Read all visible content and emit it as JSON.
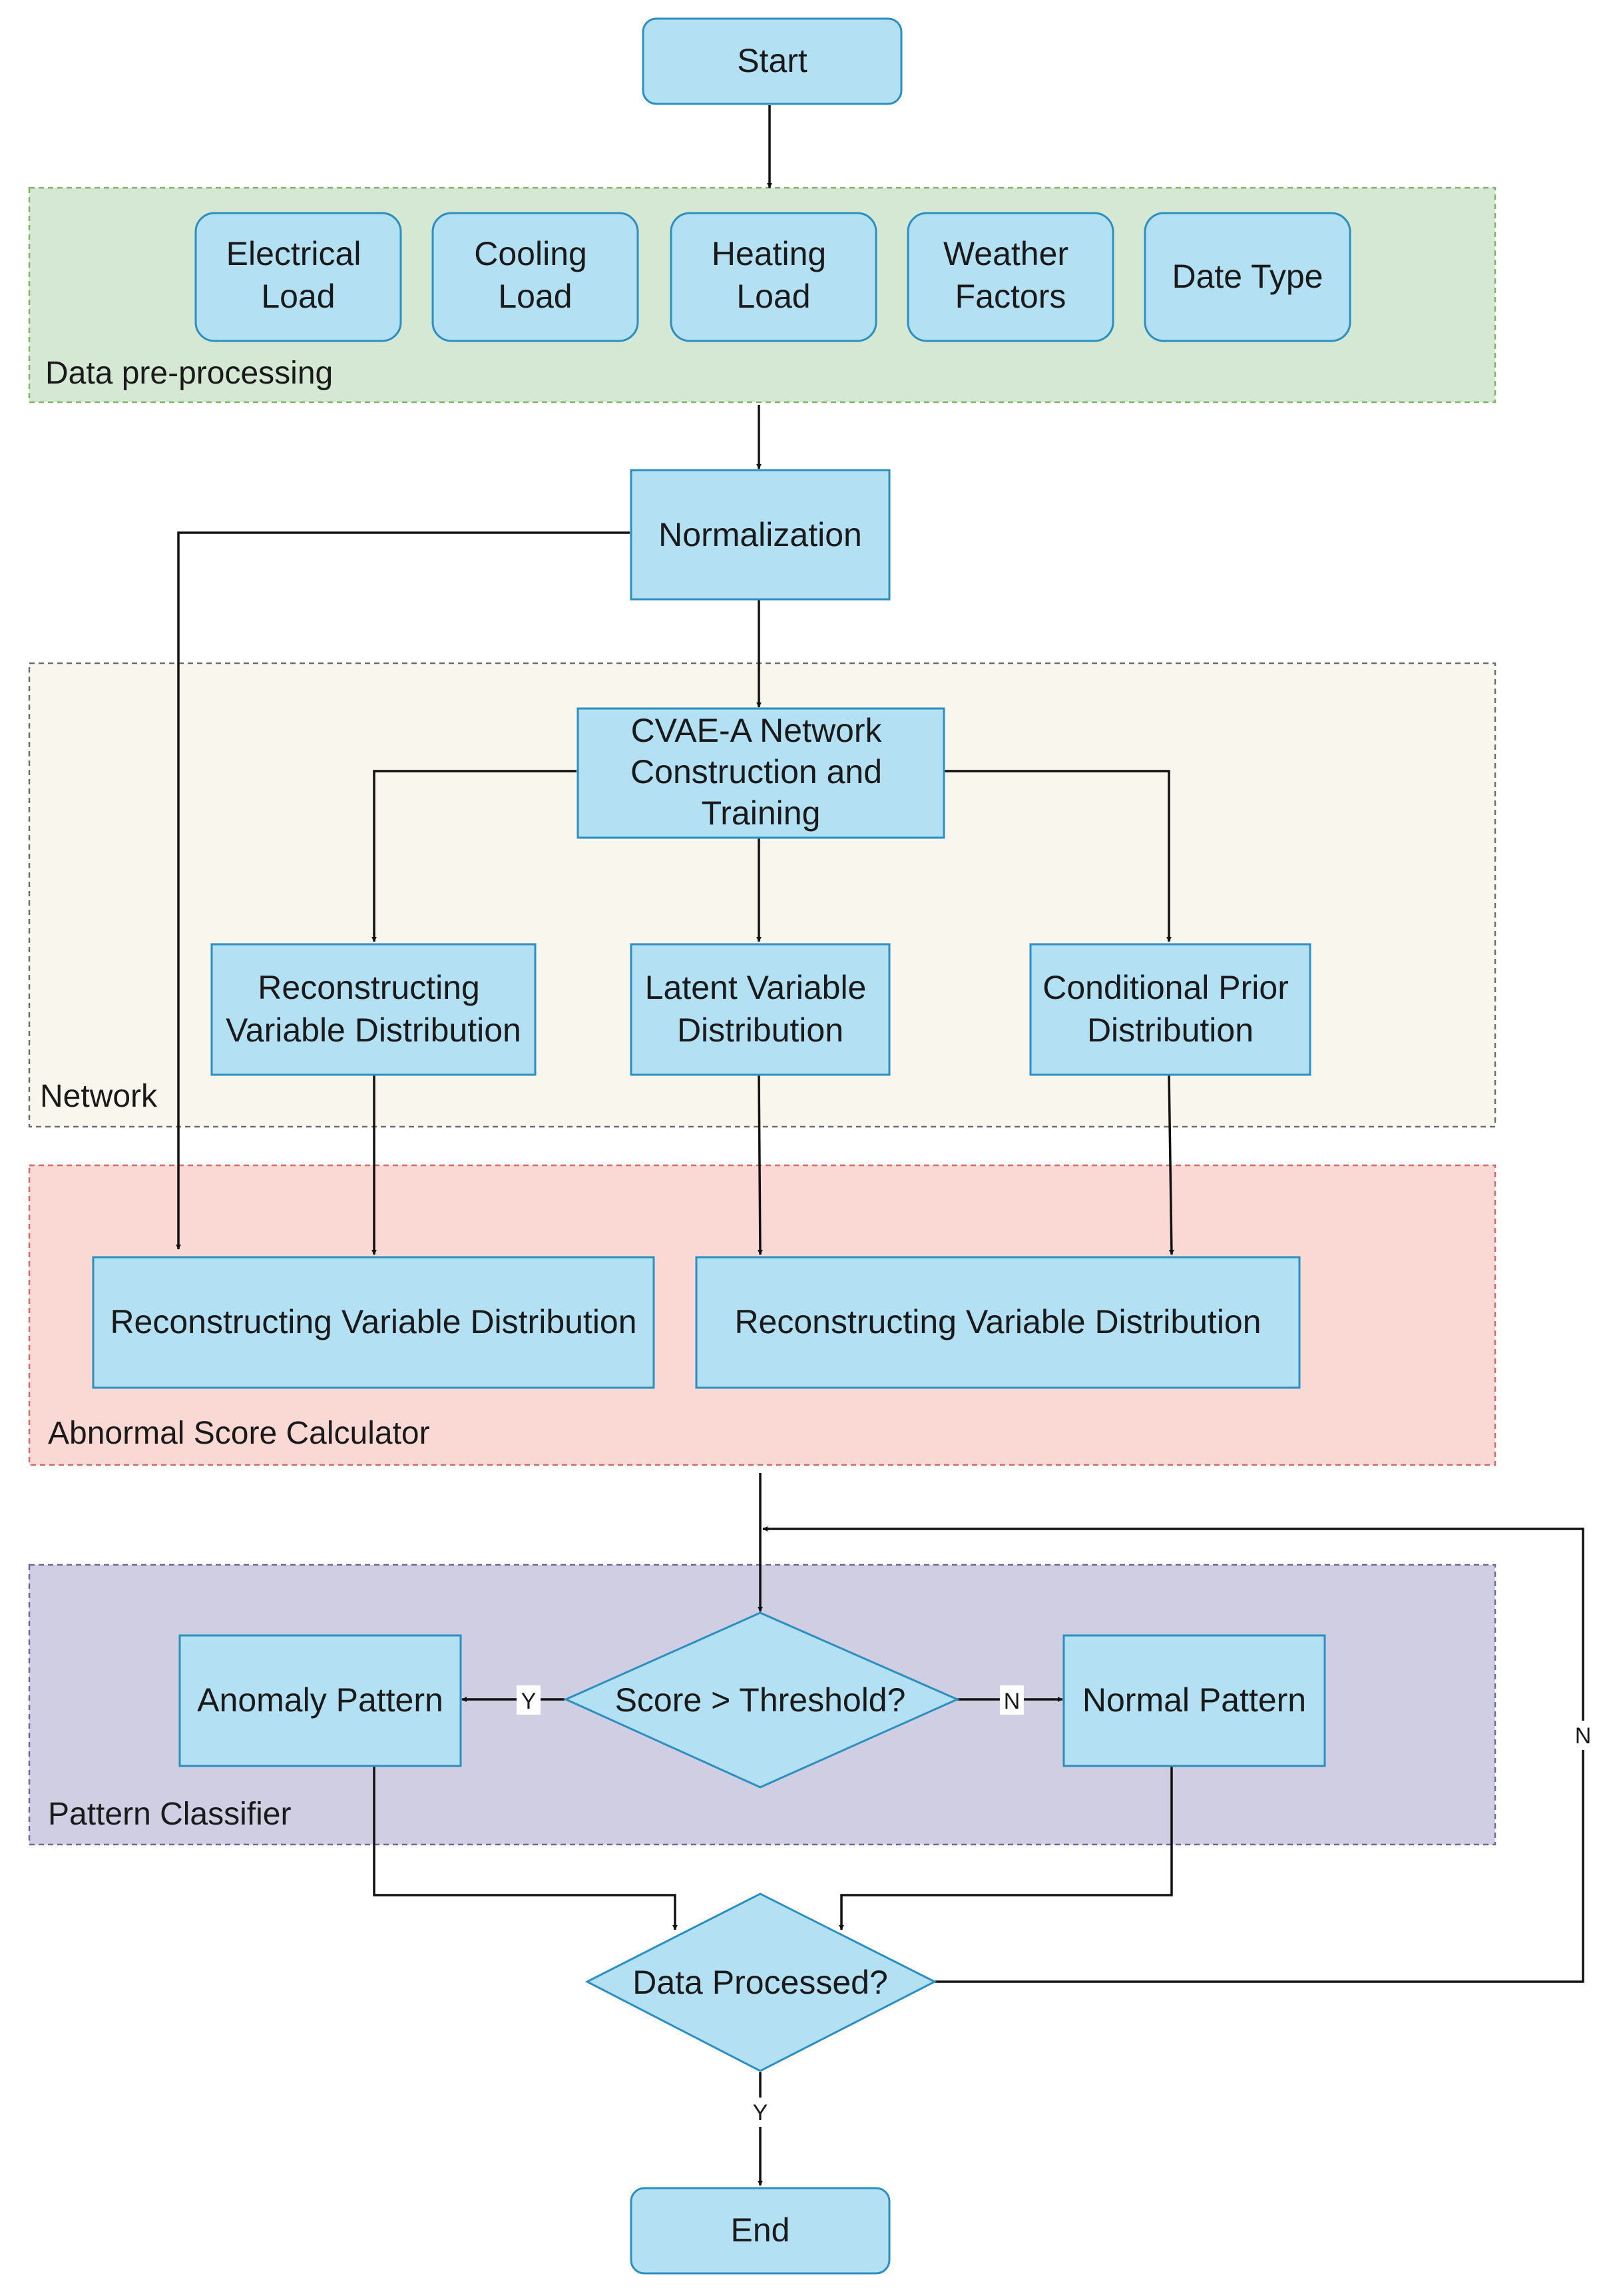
{
  "colors": {
    "node_fill": "#b3e0f2",
    "node_stroke": "#2d8fc0",
    "preprocessing_bg": "#d5e8d4",
    "preprocessing_border": "#82b366",
    "network_bg": "#f9f7ed",
    "network_border": "#6e6e6e",
    "abnormal_bg": "#fad9d5",
    "abnormal_border": "#d46a6a",
    "classifier_bg": "#d0cee2",
    "classifier_border": "#6c6a9c"
  },
  "groups": {
    "preprocessing": "Data pre-processing",
    "network": "Network",
    "abnormal": "Abnormal Score Calculator",
    "classifier": "Pattern Classifier"
  },
  "nodes": {
    "start": "Start",
    "electrical": [
      "Electrical",
      "Load"
    ],
    "cooling": [
      "Cooling",
      "Load"
    ],
    "heating": [
      "Heating",
      "Load"
    ],
    "weather": [
      "Weather",
      "Factors"
    ],
    "datetype": "Date Type",
    "normalization": "Normalization",
    "cvae": [
      "CVAE-A Network",
      "Construction and",
      "Training"
    ],
    "recon_dist": [
      "Reconstructing",
      "Variable Distribution"
    ],
    "latent_dist": [
      "Latent Variable",
      "Distribution"
    ],
    "prior_dist": [
      "Conditional Prior",
      "Distribution"
    ],
    "abnormal_left": "Reconstructing Variable Distribution",
    "abnormal_right": "Reconstructing Variable Distribution",
    "anomaly": "Anomaly Pattern",
    "score": "Score > Threshold?",
    "normal": "Normal Pattern",
    "processed": "Data Processed?",
    "end": "End"
  },
  "edges": {
    "score_yes": "Y",
    "score_no": "N",
    "loop_no": "N",
    "processed_yes": "Y"
  }
}
